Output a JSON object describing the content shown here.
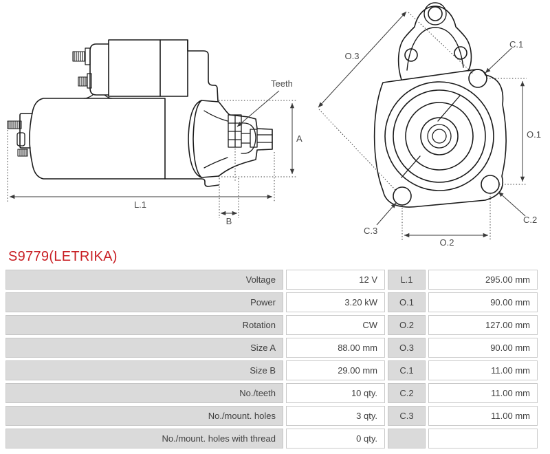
{
  "title": "S9779(LETRIKA)",
  "colors": {
    "title_red": "#c81e23",
    "label_cell_bg": "#dadada",
    "drawing_line": "#1a1a1a"
  },
  "diagram": {
    "labels": {
      "teeth": "Teeth",
      "a": "A",
      "l1": "L.1",
      "b": "B",
      "o1": "O.1",
      "o2": "O.2",
      "o3": "O.3",
      "c1": "C.1",
      "c2": "C.2",
      "c3": "C.3"
    }
  },
  "table": {
    "rows": [
      {
        "label": "Voltage",
        "value": "12 V",
        "dim": "L.1",
        "dim_value": "295.00 mm"
      },
      {
        "label": "Power",
        "value": "3.20 kW",
        "dim": "O.1",
        "dim_value": "90.00 mm"
      },
      {
        "label": "Rotation",
        "value": "CW",
        "dim": "O.2",
        "dim_value": "127.00 mm"
      },
      {
        "label": "Size A",
        "value": "88.00 mm",
        "dim": "O.3",
        "dim_value": "90.00 mm"
      },
      {
        "label": "Size B",
        "value": "29.00 mm",
        "dim": "C.1",
        "dim_value": "11.00 mm"
      },
      {
        "label": "No./teeth",
        "value": "10 qty.",
        "dim": "C.2",
        "dim_value": "11.00 mm"
      },
      {
        "label": "No./mount. holes",
        "value": "3 qty.",
        "dim": "C.3",
        "dim_value": "11.00 mm"
      },
      {
        "label": "No./mount. holes with thread",
        "value": "0 qty.",
        "dim": "",
        "dim_value": ""
      }
    ]
  }
}
